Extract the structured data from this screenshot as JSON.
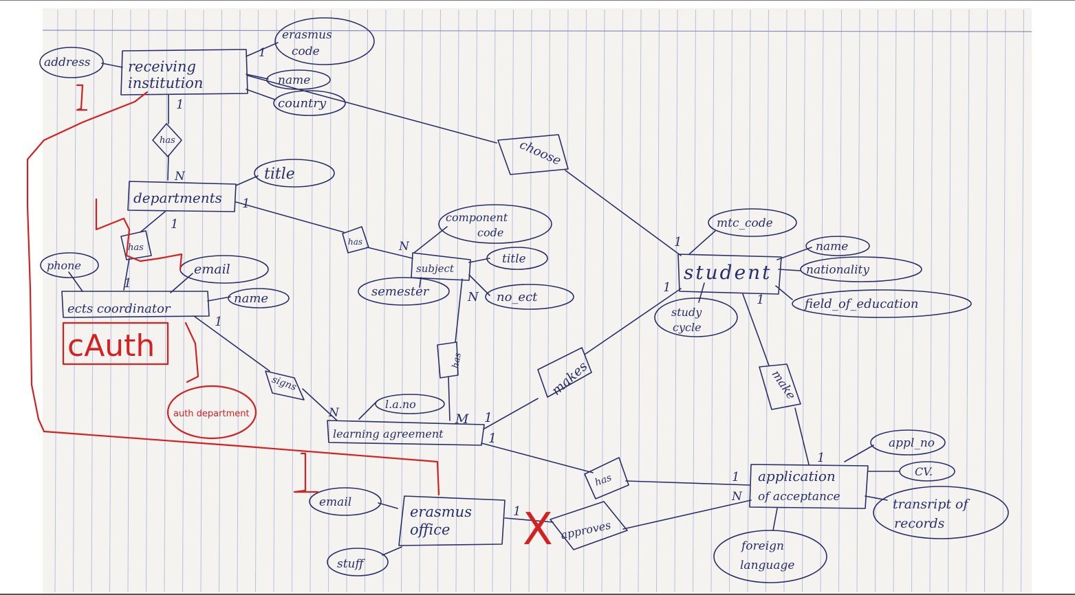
{
  "paper": {
    "background": "#f4f3f0",
    "rule_color": "#b9bfdc",
    "margin_color": "#8a8fc0",
    "ink_color": "#2a2d6a",
    "annotation_color": "#d42020"
  },
  "entities": {
    "receiving_institution": "receiving institution",
    "department": "departments",
    "ects_coordinator": "ects coordinator",
    "student": "student",
    "subject": "subject",
    "learning_agreement": "learning agreement",
    "erasmus_office": "erasmus office",
    "application": "application of acceptance"
  },
  "attributes": {
    "erasmus_code": "erasmus code",
    "address": "address",
    "name_ri": "name",
    "country": "country",
    "title_dept": "title",
    "component_code": "component code",
    "title_subject": "title",
    "semester": "semester",
    "no_ect": "no_ect",
    "phone": "phone",
    "email_coord": "email",
    "name_coord": "name",
    "la_no": "l.a.no",
    "mtc_code": "mtc_code",
    "name_student": "name",
    "nationality": "nationality",
    "field_of_education": "field_of_education",
    "study_cycle": "study cycle",
    "appl_no": "appl_no",
    "cv": "CV.",
    "transcript": "transript of records",
    "foreign_language": "foreign language",
    "email_office": "email",
    "stuff": "stuff"
  },
  "relationships": {
    "has_ri_dept": "has",
    "choose": "choose",
    "has_dept_subject": "has",
    "has_dept_coord": "has",
    "has_subject_la": "has",
    "signs": "signs",
    "makes_la": "makes",
    "make_app": "make",
    "has_la_app": "has",
    "approves": "approves"
  },
  "cardinalities": {
    "ri_erasmus": "1",
    "ri_dept_one": "1",
    "ri_dept_many": "N",
    "dept_subject_one": "1",
    "dept_coord_one": "1",
    "dept_subject_many": "N",
    "coord_one": "1",
    "coord_signs_one": "1",
    "subject_many": "N",
    "la_many_signs": "N",
    "la_many_has": "M",
    "la_one_makes": "1",
    "la_one_has": "1",
    "student_choose": "1",
    "student_makes": "1",
    "student_make": "1",
    "app_one_make": "1",
    "app_one_has": "1",
    "app_many": "N",
    "office_one": "1"
  },
  "annotations": {
    "auth": "cAuth",
    "auth_department": "auth department",
    "one_ri": "1",
    "one_office": "1",
    "cross": "X"
  }
}
